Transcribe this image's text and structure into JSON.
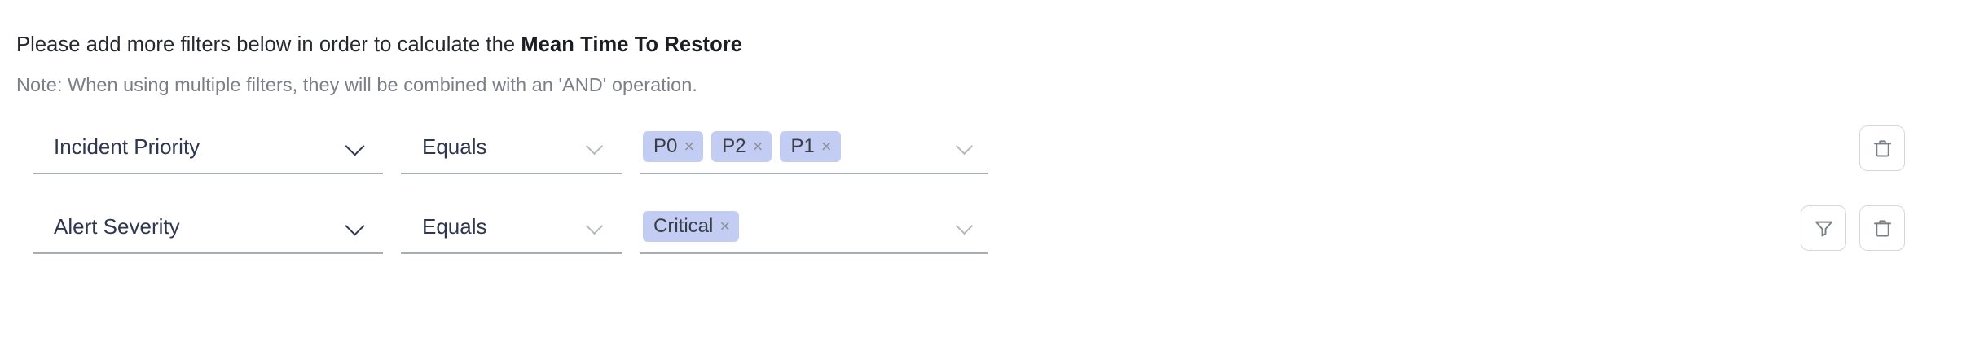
{
  "header": {
    "instruction_prefix": "Please add more filters below in order to calculate the ",
    "instruction_metric": "Mean Time To Restore",
    "note": "Note: When using multiple filters, they will be combined with an 'AND' operation."
  },
  "colors": {
    "chip_background": "#c3cdf3",
    "field_text": "#2e3650",
    "note_text": "#7b7f86",
    "underline": "#a9adb4",
    "icon_stroke": "#7b7f86",
    "button_border": "#d5d7da"
  },
  "icons": {
    "chevron_down": "chevron-down-icon",
    "chip_remove": "×",
    "delete": "trash-icon",
    "filter": "funnel-icon"
  },
  "filters": [
    {
      "attribute": "Incident Priority",
      "operator": "Equals",
      "values": [
        "P0",
        "P2",
        "P1"
      ],
      "actions": [
        "delete"
      ]
    },
    {
      "attribute": "Alert Severity",
      "operator": "Equals",
      "values": [
        "Critical"
      ],
      "actions": [
        "filter",
        "delete"
      ]
    }
  ]
}
